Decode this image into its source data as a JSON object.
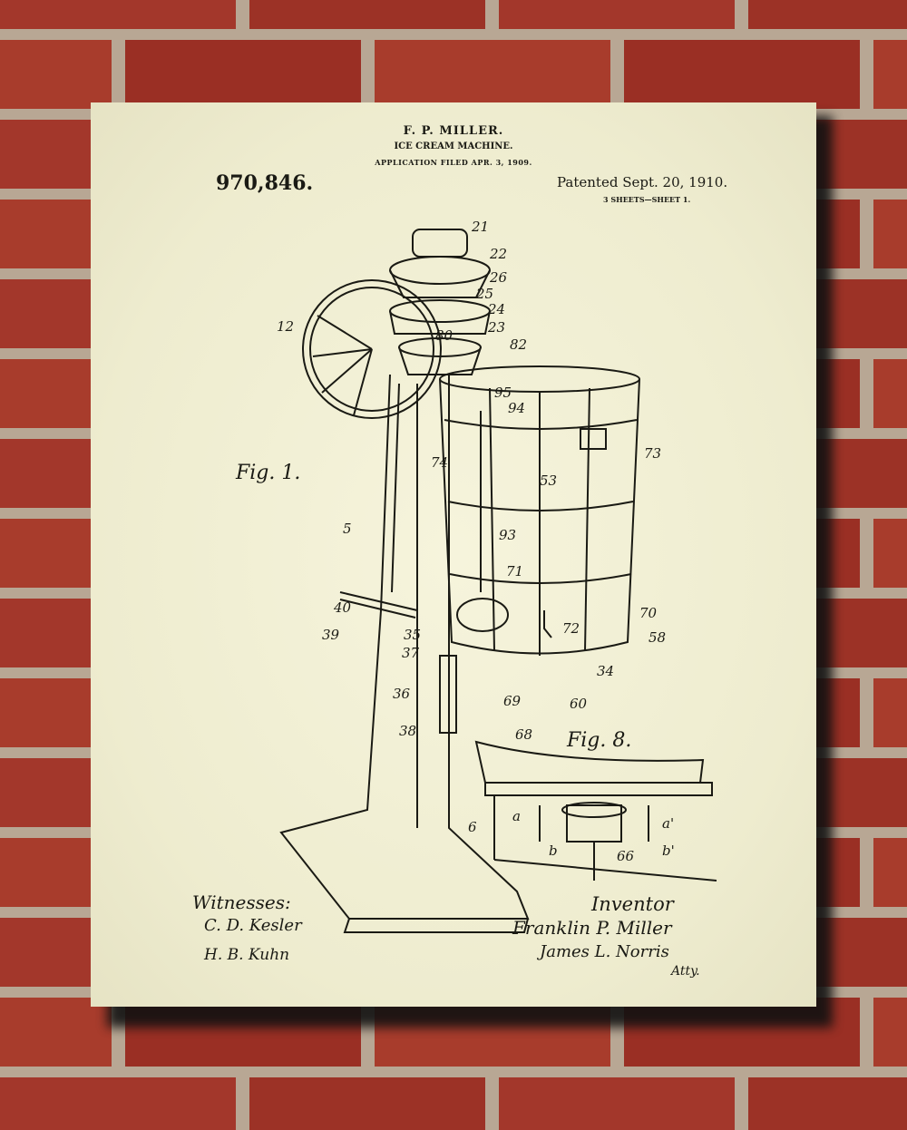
{
  "patent": {
    "inventor_header": "F. P. MILLER.",
    "title": "ICE CREAM MACHINE.",
    "application": "APPLICATION FILED APR. 3, 1909.",
    "number": "970,846.",
    "patented": "Patented Sept. 20, 1910.",
    "sheets": "3 SHEETS—SHEET 1."
  },
  "figures": [
    "Fig. 1.",
    "Fig. 8."
  ],
  "part_labels": [
    "21",
    "22",
    "26",
    "25",
    "24",
    "23",
    "80",
    "82",
    "12",
    "95",
    "94",
    "73",
    "74",
    "53",
    "5",
    "93",
    "71",
    "40",
    "39",
    "35",
    "37",
    "70",
    "72",
    "58",
    "34",
    "36",
    "69",
    "60",
    "38",
    "68",
    "6",
    "a",
    "a'",
    "b",
    "b'",
    "66"
  ],
  "signatures": {
    "witnesses_label": "Witnesses:",
    "witness_1": "C. D. Kesler",
    "witness_2": "H. B. Kuhn",
    "inventor_label": "Inventor",
    "inventor_name": "Franklin P. Miller",
    "attorney": "James L. Norris",
    "attorney_suffix": "Atty."
  },
  "colors": {
    "paper": "#f3f1d6",
    "ink": "#1a1a14",
    "brick": "#a3372b",
    "mortar": "#b8a794"
  }
}
